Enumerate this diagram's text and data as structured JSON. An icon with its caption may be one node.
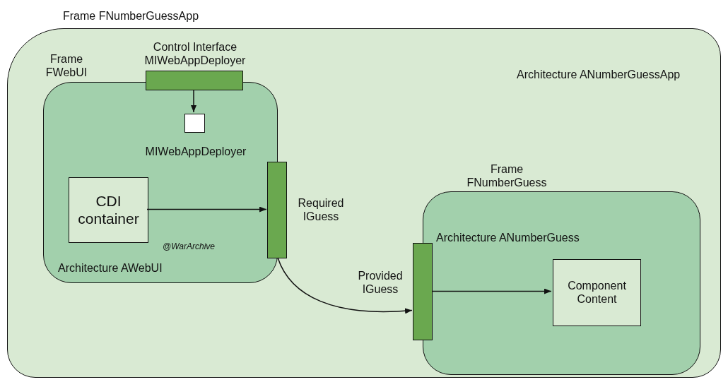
{
  "diagram": {
    "nodes": [
      {
        "text": [
          "Frame FNumberGuessApp",
          "Architecture ANumberGuessApp"
        ]
      },
      {
        "text": [
          "Frame FWebUI",
          "Architecture AWebUI",
          "@WarArchive"
        ],
        "in": 0
      },
      {
        "text": [],
        "shape": "bar",
        "beside": [
          "Control Interface MIWebAppDeployer"
        ],
        "in": 0
      },
      {
        "text": [],
        "shape": "box",
        "beside": [
          "MIWebAppDeployer"
        ],
        "in": 1
      },
      {
        "text": [
          "CDI container"
        ],
        "in": 1
      },
      {
        "text": [],
        "shape": "bar",
        "beside": [
          "Required IGuess"
        ],
        "in": 0
      },
      {
        "text": [],
        "shape": "bar",
        "beside": [
          "Provided IGuess"
        ],
        "in": 0
      },
      {
        "text": [
          "Frame FNumberGuess",
          "Architecture ANumberGuess"
        ],
        "in": 0
      },
      {
        "text": [
          "Component Content"
        ],
        "in": 7
      }
    ],
    "edges": [
      {
        "from": 2,
        "to": 3,
        "arrow": "to"
      },
      {
        "from": 4,
        "to": 5,
        "arrow": "to"
      },
      {
        "from": 5,
        "to": 6,
        "arrow": "to"
      },
      {
        "from": 6,
        "to": 8,
        "arrow": "to"
      }
    ]
  }
}
